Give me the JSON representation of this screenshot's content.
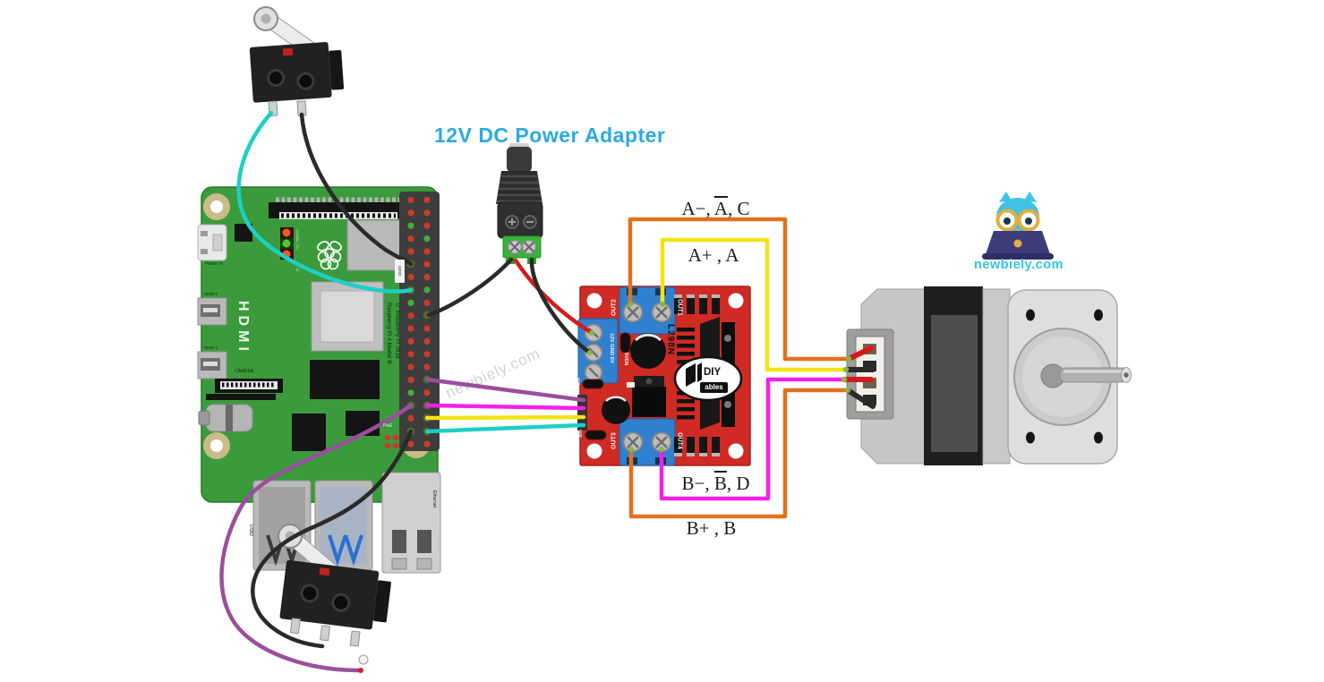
{
  "title": "12V DC Power Adapter",
  "watermark": "newbiely.com",
  "brand": "newbiely.com",
  "wire_labels": {
    "top_outer_pre": "A−, ",
    "top_outer_bar": "A",
    "top_outer_post": ", C",
    "top_inner": "A+ , A",
    "bottom_inner_pre": "B−, ",
    "bottom_inner_bar": "B",
    "bottom_inner_post": ", D",
    "bottom_outer": "B+ , B"
  },
  "raspberry_pi": {
    "model_line1": "Raspberry Pi 4 Model B",
    "model_line2": "© Raspberry Pi 2018",
    "power_in": "Power In",
    "hdmi": "HDMI",
    "camera": "CAMERA",
    "gpio": "GPIO",
    "poe": "PoE",
    "ethernet": "Ethernet",
    "usb2": "USB2",
    "global_en": "GLOBAL_EN",
    "j2": "J2",
    "hdmi0": "HDMI 0",
    "hdmi1": "HDMI 1"
  },
  "l298n": {
    "chip": "L298N",
    "out1": "OUT1",
    "out2": "OUT2",
    "out3": "OUT3",
    "out4": "OUT4",
    "power_pins": "12V GND 5V",
    "enable_5v": "5VEN",
    "ena": "ENA",
    "enb": "ENB",
    "logo_diy": "DIY",
    "logo_ables": "ables"
  },
  "colors": {
    "title": "#29abe2",
    "pi_green": "#3b9b3c",
    "l298n_red": "#cf2a24",
    "terminal_blue": "#2f80cf",
    "adapter_green": "#35b535",
    "brand_cyan": "#35c3e5"
  },
  "wire_colors": {
    "orange": "#e2711d",
    "yellow": "#f2e313",
    "magenta": "#f320e8",
    "purple": "#9a4f9e",
    "cyan": "#1ecfc5",
    "black": "#2a2a2a",
    "red": "#d31c1c"
  }
}
